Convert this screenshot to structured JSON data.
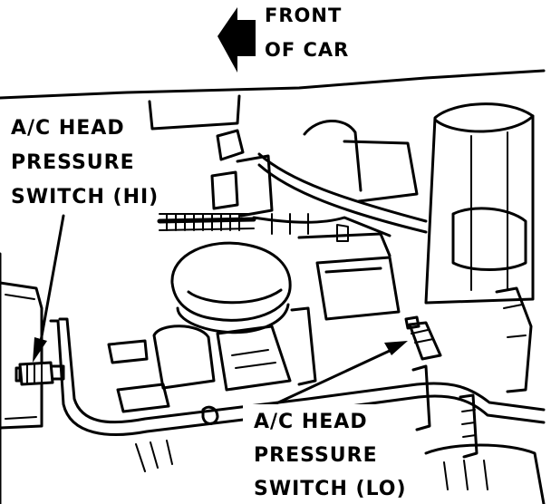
{
  "direction": {
    "line1": "FRONT",
    "line2": "OF CAR"
  },
  "callouts": {
    "hi": {
      "line1": "A/C HEAD",
      "line2": "PRESSURE",
      "line3": "SWITCH (HI)"
    },
    "lo": {
      "line1": "A/C HEAD",
      "line2": "PRESSURE",
      "line3": "SWITCH (LO)"
    }
  }
}
